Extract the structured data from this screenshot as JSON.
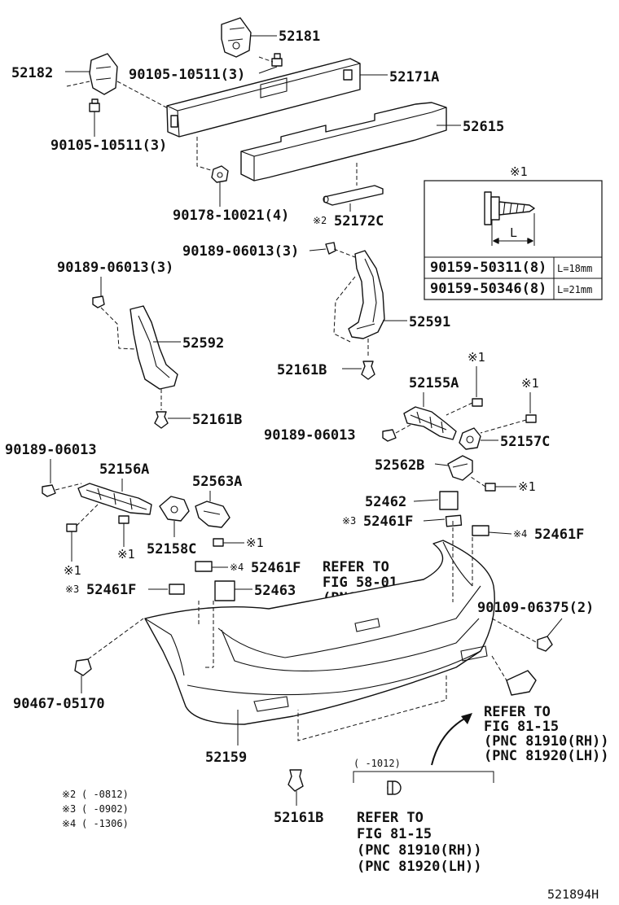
{
  "labels": {
    "p52181": "52181",
    "p52182": "52182",
    "p52171a": "52171A",
    "p9010510511_top": "90105-10511(3)",
    "p9010510511_left": "90105-10511(3)",
    "p52615": "52615",
    "p9017810021": "90178-10021(4)",
    "p52172c": "52172C",
    "p52172c_note": "※2",
    "p9018906013_a": "90189-06013(3)",
    "p9018906013_b": "90189-06013(3)",
    "p52592": "52592",
    "p52591": "52591",
    "p52161b_a": "52161B",
    "p52161b_b": "52161B",
    "p52161b_c": "52161B",
    "p52155a": "52155A",
    "p9018906013_c": "90189-06013",
    "p9018906013_d": "90189-06013",
    "p52157c": "52157C",
    "p52562b": "52562B",
    "p52156a": "52156A",
    "p52563a": "52563A",
    "p52158c": "52158C",
    "p52462": "52462",
    "p52461f_a": "52461F",
    "p52461f_b": "52461F",
    "p52461f_c": "52461F",
    "p52461f_d": "52461F",
    "p52463": "52463",
    "p9010906375": "90109-06375(2)",
    "p9046705170": "90467-05170",
    "p52159": "52159",
    "note1": "※1",
    "note3": "※3",
    "note4": "※4"
  },
  "refer_center": {
    "line1": "REFER TO",
    "line2": "FIG 58-01",
    "line3": "(PNC 52581F)"
  },
  "refer_right": {
    "line1": "REFER TO",
    "line2": "FIG 81-15",
    "line3": "(PNC 81910(RH))",
    "line4": "(PNC 81920(LH))"
  },
  "refer_bottom": {
    "range": "(     -1012)",
    "line1": "REFER TO",
    "line2": "FIG 81-15",
    "line3": "(PNC 81910(RH))",
    "line4": "(PNC 81920(LH))"
  },
  "screw_table": {
    "title": "※1",
    "dimension_label": "L",
    "rows": [
      {
        "part": "90159-50311(8)",
        "length": "L=18mm"
      },
      {
        "part": "90159-50346(8)",
        "length": "L=21mm"
      }
    ]
  },
  "footnotes": [
    {
      "mark": "※2",
      "range": "(     -0812)"
    },
    {
      "mark": "※3",
      "range": "(     -0902)"
    },
    {
      "mark": "※4",
      "range": "(     -1306)"
    }
  ],
  "figure_id": "521894H"
}
